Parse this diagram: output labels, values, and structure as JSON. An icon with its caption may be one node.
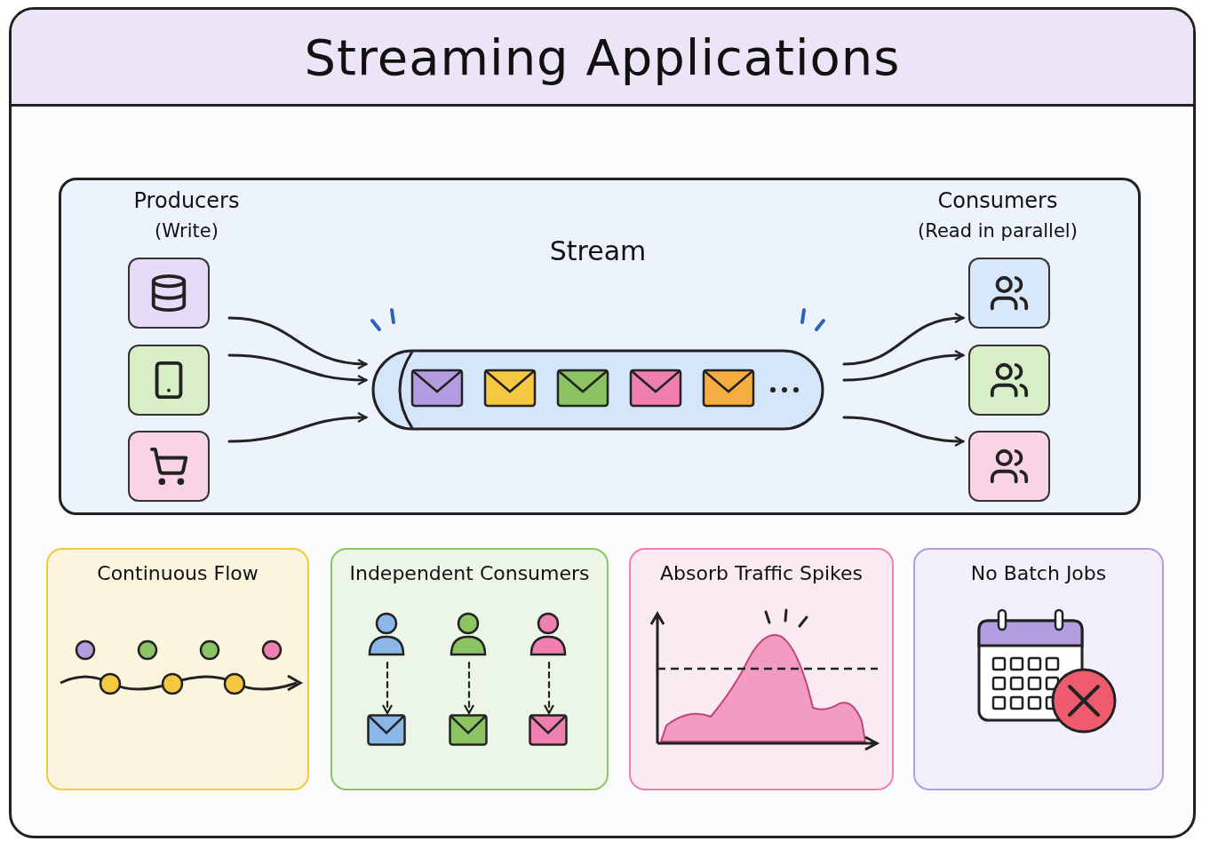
{
  "diagram": {
    "title": "Streaming Applications",
    "nodes": [
      {
        "text": [],
        "shape": "box"
      },
      {
        "text": [],
        "shape": "box",
        "in": 0
      },
      {
        "text": [],
        "shape": "box",
        "in": 0
      },
      {
        "text": [],
        "shape": "box",
        "in": 0
      },
      {
        "text": [
          "Stream"
        ],
        "in": 0
      },
      {
        "text": [],
        "shape": "box",
        "in": 0
      },
      {
        "text": [],
        "shape": "box",
        "in": 0
      },
      {
        "text": [],
        "shape": "box",
        "in": 0
      },
      {
        "text": [
          "Continuous Flow"
        ]
      },
      {
        "text": [
          "Independent Consumers"
        ]
      },
      {
        "text": [
          "Absorb Traffic Spikes"
        ]
      },
      {
        "text": [
          "No Batch Jobs"
        ]
      },
      {
        "text": [],
        "shape": "person",
        "in": 9
      },
      {
        "text": [],
        "shape": "person",
        "in": 9
      },
      {
        "text": [],
        "shape": "person",
        "in": 9
      },
      {
        "text": [],
        "shape": "envelope",
        "in": 9
      },
      {
        "text": [],
        "shape": "envelope",
        "in": 9
      },
      {
        "text": [],
        "shape": "envelope",
        "in": 9
      }
    ],
    "edges": [
      {
        "from": 1,
        "to": 4,
        "arrow": "to"
      },
      {
        "from": 2,
        "to": 4,
        "arrow": "to"
      },
      {
        "from": 3,
        "to": 4,
        "arrow": "to"
      },
      {
        "from": 4,
        "to": 5,
        "arrow": "to"
      },
      {
        "from": 4,
        "to": 6,
        "arrow": "to"
      },
      {
        "from": 4,
        "to": 7,
        "arrow": "to"
      },
      {
        "from": 12,
        "to": 15,
        "arrow": "to",
        "style": "dashed"
      },
      {
        "from": 13,
        "to": 16,
        "arrow": "to",
        "style": "dashed"
      },
      {
        "from": 14,
        "to": 17,
        "arrow": "to",
        "style": "dashed"
      }
    ],
    "labels": [
      "Producers",
      "(Write)",
      "Consumers",
      "(Read in parallel)"
    ]
  }
}
